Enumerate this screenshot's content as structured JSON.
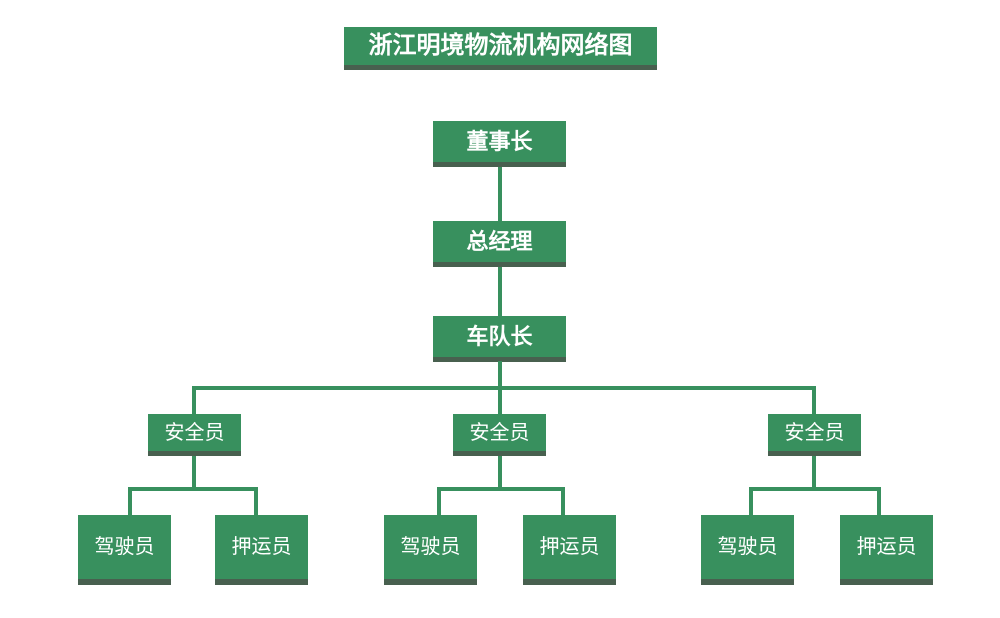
{
  "page": {
    "background": "#FFFFFF"
  },
  "colors": {
    "node_fill": "#38905E",
    "node_edge": "#48604F",
    "connector": "#38905E",
    "node_text": "#FFFFFF",
    "page_bg": "#FFFFFF"
  },
  "chart": {
    "type": "org-chart",
    "title": "浙江明境物流机构网络图",
    "chain": [
      "董事长",
      "总经理",
      "车队长"
    ],
    "teams": [
      {
        "leader": "安全员",
        "members": [
          "驾驶员",
          "押运员"
        ]
      },
      {
        "leader": "安全员",
        "members": [
          "驾驶员",
          "押运员"
        ]
      },
      {
        "leader": "安全员",
        "members": [
          "驾驶员",
          "押运员"
        ]
      }
    ]
  }
}
